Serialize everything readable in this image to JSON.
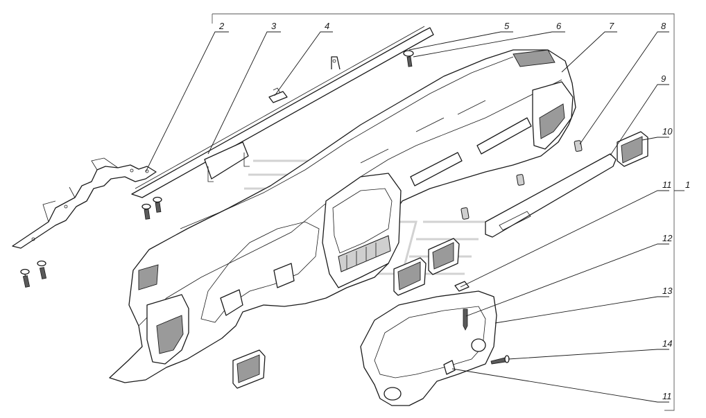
{
  "diagram": {
    "callouts": [
      {
        "id": "c2",
        "text": "2"
      },
      {
        "id": "c3",
        "text": "3"
      },
      {
        "id": "c4",
        "text": "4"
      },
      {
        "id": "c5",
        "text": "5"
      },
      {
        "id": "c6",
        "text": "6"
      },
      {
        "id": "c7",
        "text": "7"
      },
      {
        "id": "c8",
        "text": "8"
      },
      {
        "id": "c9",
        "text": "9"
      },
      {
        "id": "c10",
        "text": "10"
      },
      {
        "id": "c11a",
        "text": "11"
      },
      {
        "id": "c1",
        "text": "1"
      },
      {
        "id": "c12",
        "text": "12"
      },
      {
        "id": "c13",
        "text": "13"
      },
      {
        "id": "c14",
        "text": "14"
      },
      {
        "id": "c11b",
        "text": "11"
      }
    ]
  }
}
